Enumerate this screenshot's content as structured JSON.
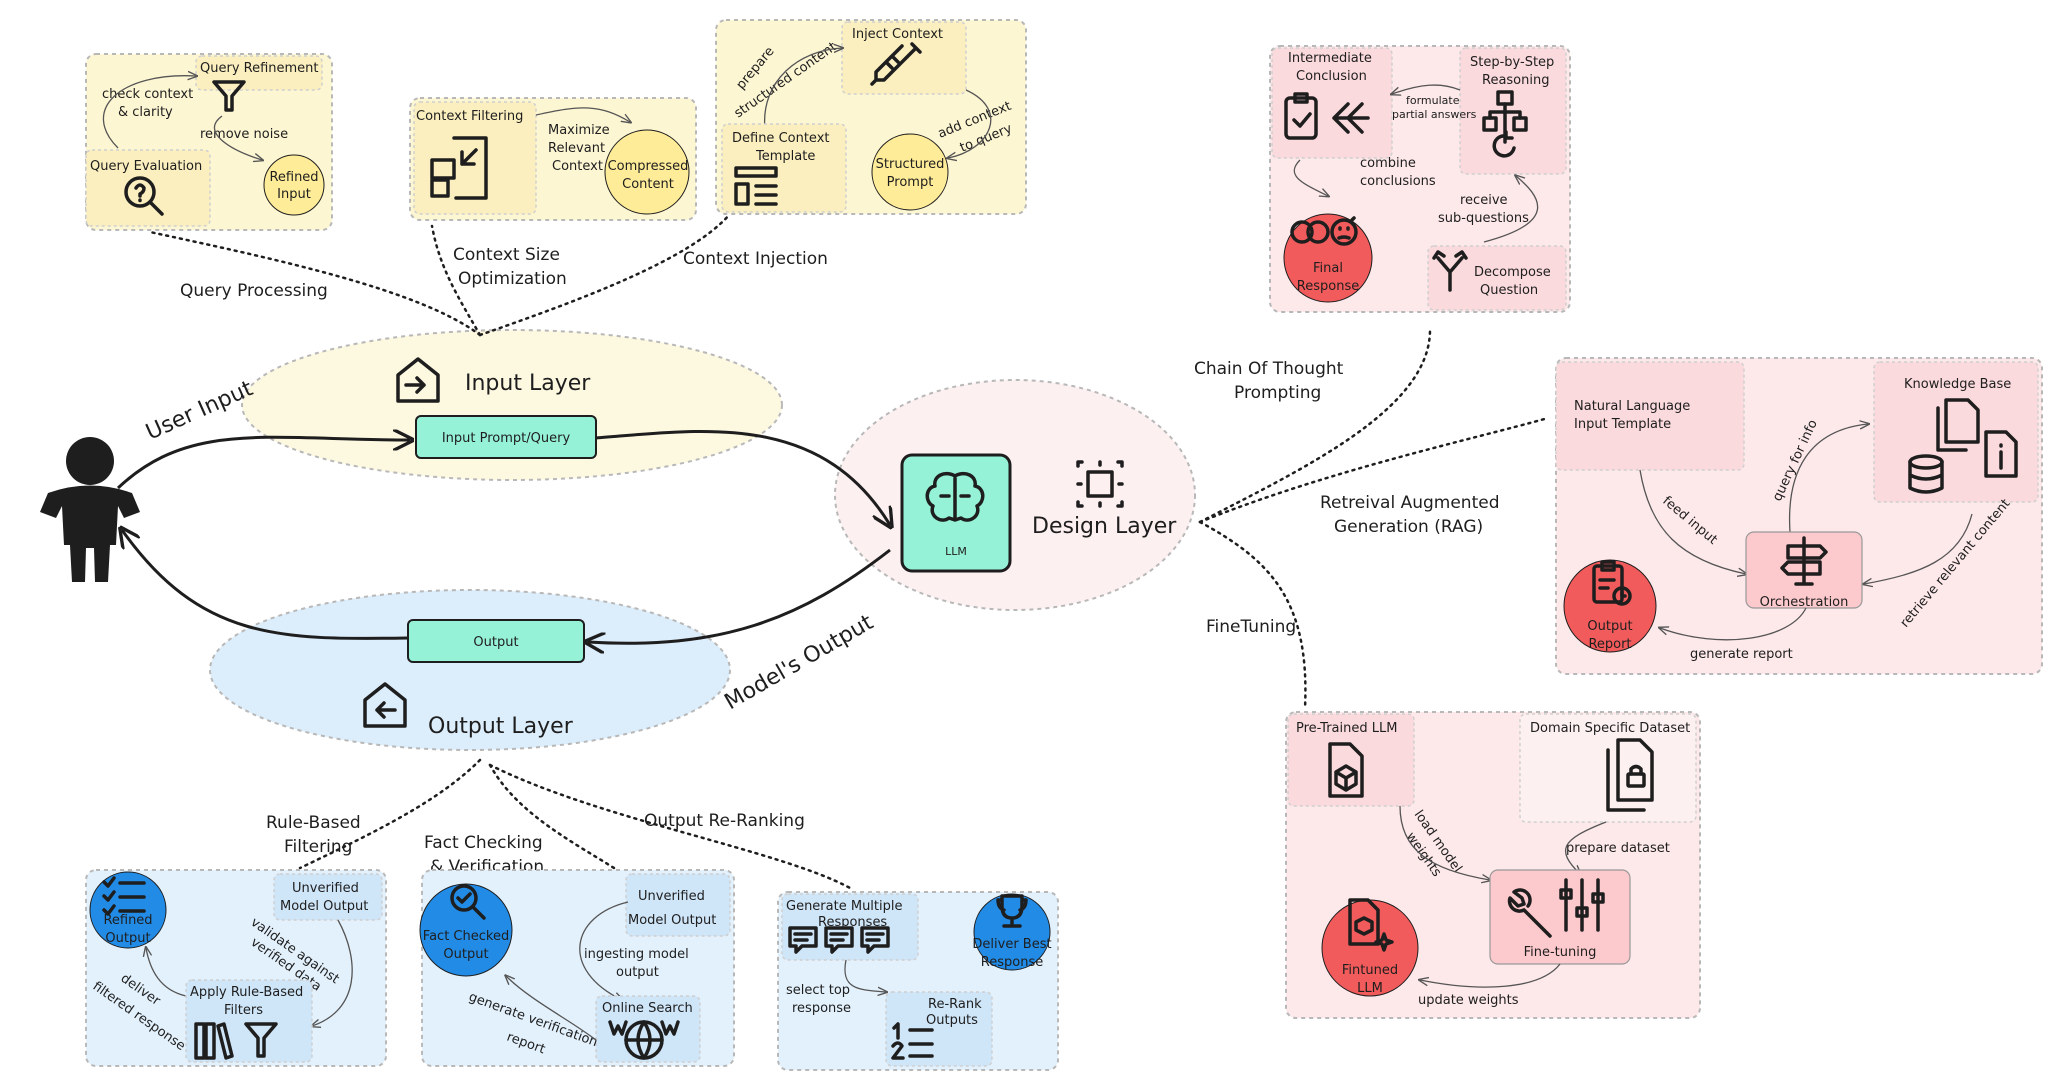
{
  "center": {
    "llm_label": "LLM",
    "design_layer": "Design Layer",
    "input_layer": "Input Layer",
    "output_layer": "Output Layer",
    "input_box": "Input Prompt/Query",
    "output_box": "Output",
    "user_input": "User Input",
    "models_output": "Model's Output"
  },
  "input_branches": {
    "query_processing": "Query Processing",
    "context_size_1": "Context Size",
    "context_size_2": "Optimization",
    "context_injection": "Context Injection"
  },
  "query_group": {
    "query_refinement": "Query Refinement",
    "check_1": "check context",
    "check_2": "& clarity",
    "remove_noise": "remove noise",
    "query_evaluation": "Query Evaluation",
    "refined_1": "Refined",
    "refined_2": "Input"
  },
  "context_group": {
    "context_filtering": "Context Filtering",
    "max_1": "Maximize",
    "max_2": "Relevant",
    "max_3": "Context",
    "compressed_1": "Compressed",
    "compressed_2": "Content"
  },
  "injection_group": {
    "prepare_1": "prepare",
    "prepare_2": "structured content",
    "inject_context": "Inject Context",
    "define_1": "Define Context",
    "define_2": "Template",
    "structured_1": "Structured",
    "structured_2": "Prompt",
    "add_1": "add context",
    "add_2": "to query"
  },
  "design_branches": {
    "cot_1": "Chain Of Thought",
    "cot_2": "Prompting",
    "rag_1": "Retreival Augmented",
    "rag_2": "Generation (RAG)",
    "finetuning": "FineTuning"
  },
  "cot_group": {
    "intermediate_1": "Intermediate",
    "intermediate_2": "Conclusion",
    "step_1": "Step-by-Step",
    "step_2": "Reasoning",
    "formulate_1": "formulate",
    "formulate_2": "partial answers",
    "combine_1": "combine",
    "combine_2": "conclusions",
    "receive_1": "receive",
    "receive_2": "sub-questions",
    "final_1": "Final",
    "final_2": "Response",
    "decompose_1": "Decompose",
    "decompose_2": "Question"
  },
  "rag_group": {
    "nl_1": "Natural Language",
    "nl_2": "Input Template",
    "knowledge_base": "Knowledge Base",
    "feed_input": "feed input",
    "query_info": "query for info",
    "retrieve": "retrieve relevant content",
    "orchestration": "Orchestration",
    "report_1": "Output",
    "report_2": "Report",
    "generate_report": "generate report"
  },
  "ft_group": {
    "pretrained": "Pre-Trained LLM",
    "domain": "Domain Specific Dataset",
    "load_1": "load model",
    "load_2": "weights",
    "prepare_dataset": "prepare dataset",
    "finetuning": "Fine-tuning",
    "fintuned_1": "Fintuned",
    "fintuned_2": "LLM",
    "update_weights": "update weights"
  },
  "output_branches": {
    "rule_1": "Rule-Based",
    "rule_2": "Filtering",
    "fact_1": "Fact Checking",
    "fact_2": "& Verification",
    "rerank": "Output Re-Ranking"
  },
  "rule_group": {
    "refined_1": "Refined",
    "refined_2": "Output",
    "unverified_1": "Unverified",
    "unverified_2": "Model Output",
    "validate_1": "validate against",
    "validate_2": "verified data",
    "deliver_1": "deliver",
    "deliver_2": "filtered response",
    "apply_1": "Apply Rule-Based",
    "apply_2": "Filters"
  },
  "fact_group": {
    "fact_1": "Fact Checked",
    "fact_2": "Output",
    "unverified_1": "Unverified",
    "unverified_2": "Model Output",
    "ingest_1": "ingesting model",
    "ingest_2": "output",
    "online_search": "Online Search",
    "gen_1": "generate verification",
    "gen_2": "report"
  },
  "rerank_group": {
    "gen_1": "Generate Multiple",
    "gen_2": "Responses",
    "deliver_1": "Deliver Best",
    "deliver_2": "Response",
    "select_1": "select top",
    "select_2": "response",
    "rerank_1": "Re-Rank",
    "rerank_2": "Outputs"
  },
  "colors": {
    "yellow_bg": "#fdf6d3",
    "yellow_node": "#ffec99",
    "pink_bg": "#fde8ea",
    "red_node": "#f25b5b",
    "blue_bg": "#e3f1fc",
    "blue_node": "#228be6",
    "mint": "#96f2d7"
  }
}
